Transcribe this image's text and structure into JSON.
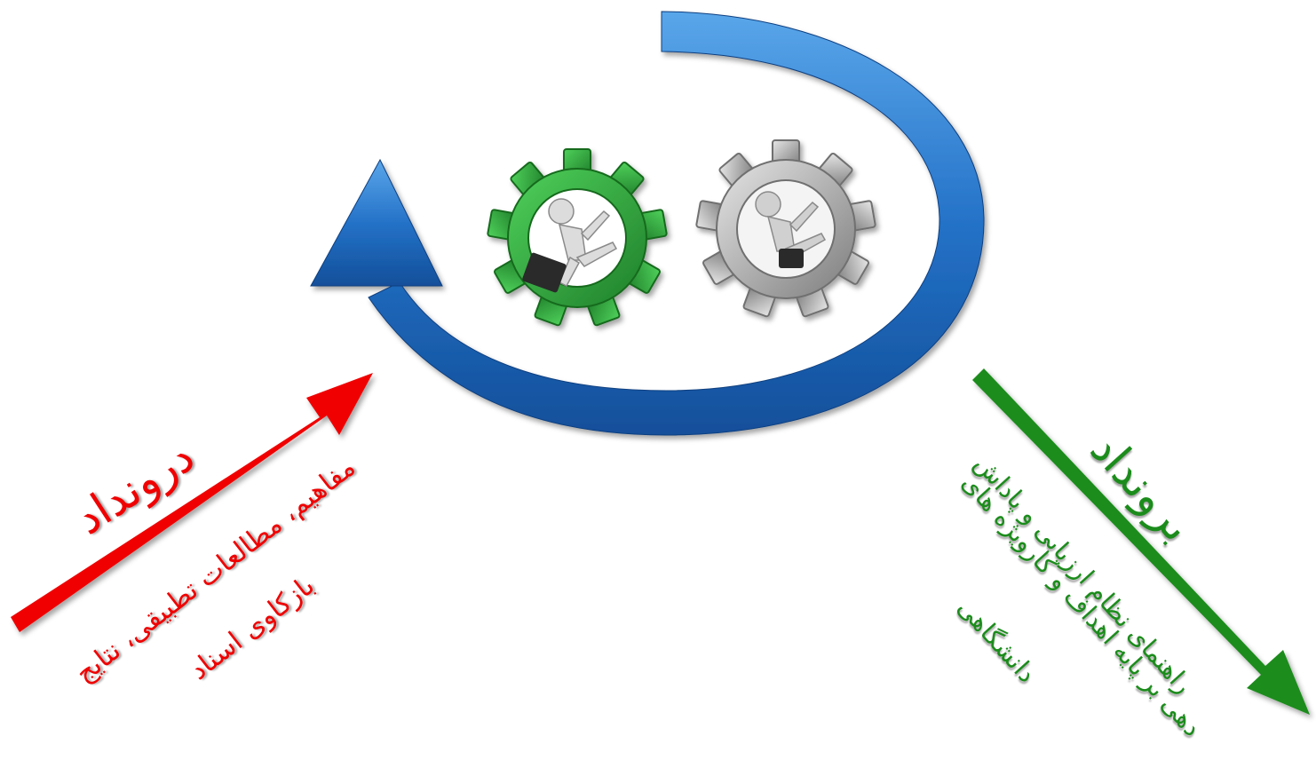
{
  "diagram": {
    "input": {
      "title": "درونداد",
      "description_lines": [
        "مفاهیم، مطالعات تطبیقی، نتایج",
        "بازکاوی اسناد"
      ],
      "color": "#f00000"
    },
    "output": {
      "title": "برونداد",
      "description_lines": [
        "راهنمای نظام ارزیابی و پاداش",
        "دهی بر پایه اهداف و کارویژه های",
        "دانشگاهی"
      ],
      "color": "#1b8c1b"
    },
    "cycle_color": "#2472c8",
    "gears": [
      {
        "icon": "green-gear-runner-icon",
        "color": "#2fa83a"
      },
      {
        "icon": "gray-gear-runner-icon",
        "color": "#9a9a9a"
      }
    ]
  }
}
